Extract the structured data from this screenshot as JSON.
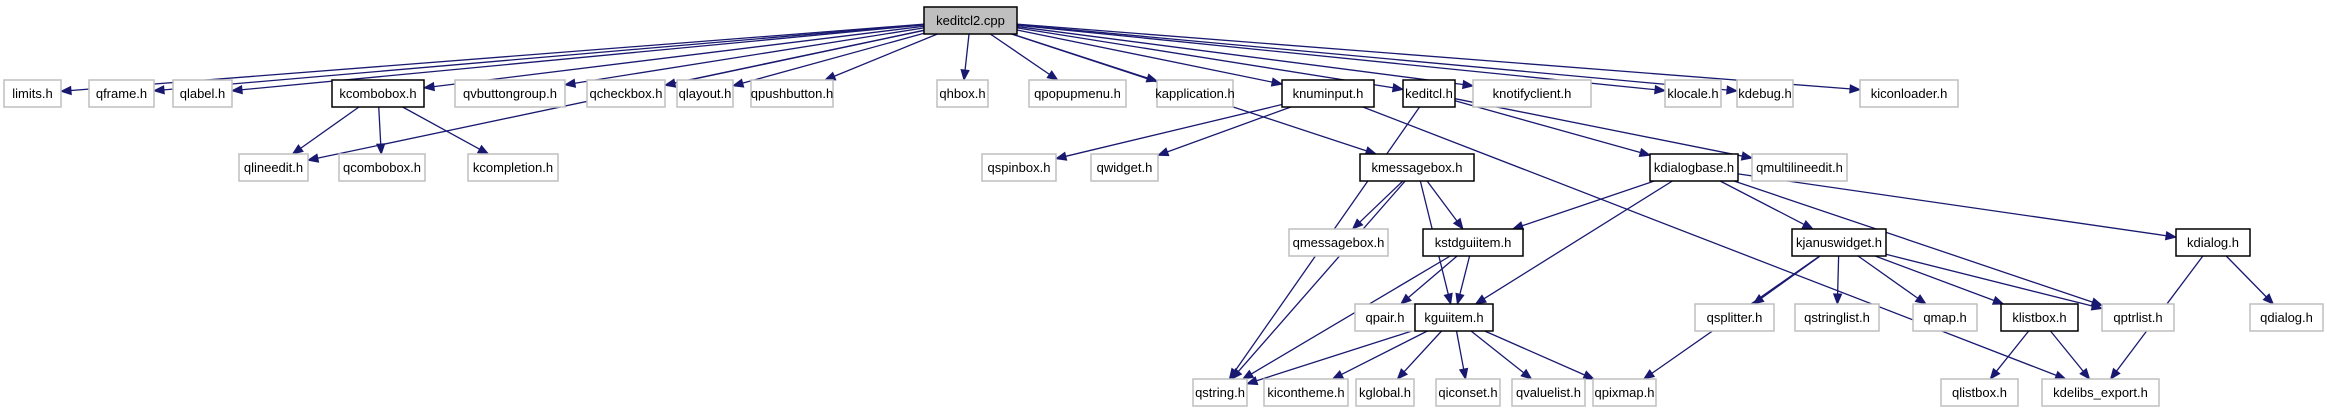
{
  "title": "keditcl2.cpp include dependency graph",
  "colors": {
    "edge": "#191970",
    "root_fill": "#bfbfbf",
    "internal_border": "#000000",
    "external_border": "#bfbfbf"
  },
  "nodes": [
    {
      "id": "keditcl2_cpp",
      "label": "keditcl2.cpp",
      "kind": "root"
    },
    {
      "id": "limits_h",
      "label": "limits.h",
      "kind": "ext"
    },
    {
      "id": "qframe_h",
      "label": "qframe.h",
      "kind": "ext"
    },
    {
      "id": "qlabel_h",
      "label": "qlabel.h",
      "kind": "ext"
    },
    {
      "id": "kcombobox_h",
      "label": "kcombobox.h",
      "kind": "int"
    },
    {
      "id": "qvbuttongroup_h",
      "label": "qvbuttongroup.h",
      "kind": "ext"
    },
    {
      "id": "qcheckbox_h",
      "label": "qcheckbox.h",
      "kind": "ext"
    },
    {
      "id": "qlayout_h",
      "label": "qlayout.h",
      "kind": "ext"
    },
    {
      "id": "qpushbutton_h",
      "label": "qpushbutton.h",
      "kind": "ext"
    },
    {
      "id": "qhbox_h",
      "label": "qhbox.h",
      "kind": "ext"
    },
    {
      "id": "qpopupmenu_h",
      "label": "qpopupmenu.h",
      "kind": "ext"
    },
    {
      "id": "kapplication_h",
      "label": "kapplication.h",
      "kind": "ext"
    },
    {
      "id": "knuminput_h",
      "label": "knuminput.h",
      "kind": "int"
    },
    {
      "id": "keditcl_h",
      "label": "keditcl.h",
      "kind": "int"
    },
    {
      "id": "knotifyclient_h",
      "label": "knotifyclient.h",
      "kind": "ext"
    },
    {
      "id": "klocale_h",
      "label": "klocale.h",
      "kind": "ext"
    },
    {
      "id": "kdebug_h",
      "label": "kdebug.h",
      "kind": "ext"
    },
    {
      "id": "kiconloader_h",
      "label": "kiconloader.h",
      "kind": "ext"
    },
    {
      "id": "qlineedit_h",
      "label": "qlineedit.h",
      "kind": "ext"
    },
    {
      "id": "qcombobox_h",
      "label": "qcombobox.h",
      "kind": "ext"
    },
    {
      "id": "kcompletion_h",
      "label": "kcompletion.h",
      "kind": "ext"
    },
    {
      "id": "qspinbox_h",
      "label": "qspinbox.h",
      "kind": "ext"
    },
    {
      "id": "qwidget_h",
      "label": "qwidget.h",
      "kind": "ext"
    },
    {
      "id": "kmessagebox_h",
      "label": "kmessagebox.h",
      "kind": "int"
    },
    {
      "id": "kdialogbase_h",
      "label": "kdialogbase.h",
      "kind": "int"
    },
    {
      "id": "qmultilineedit_h",
      "label": "qmultilineedit.h",
      "kind": "ext"
    },
    {
      "id": "qmessagebox_h",
      "label": "qmessagebox.h",
      "kind": "ext"
    },
    {
      "id": "kstdguiitem_h",
      "label": "kstdguiitem.h",
      "kind": "int"
    },
    {
      "id": "kjanuswidget_h",
      "label": "kjanuswidget.h",
      "kind": "int"
    },
    {
      "id": "kdialog_h",
      "label": "kdialog.h",
      "kind": "int"
    },
    {
      "id": "qpair_h",
      "label": "qpair.h",
      "kind": "ext"
    },
    {
      "id": "kguiitem_h",
      "label": "kguiitem.h",
      "kind": "int"
    },
    {
      "id": "qsplitter_h",
      "label": "qsplitter.h",
      "kind": "ext"
    },
    {
      "id": "qstringlist_h",
      "label": "qstringlist.h",
      "kind": "ext"
    },
    {
      "id": "qmap_h",
      "label": "qmap.h",
      "kind": "ext"
    },
    {
      "id": "klistbox_h",
      "label": "klistbox.h",
      "kind": "int"
    },
    {
      "id": "qptrlist_h",
      "label": "qptrlist.h",
      "kind": "ext"
    },
    {
      "id": "qdialog_h",
      "label": "qdialog.h",
      "kind": "ext"
    },
    {
      "id": "qstring_h",
      "label": "qstring.h",
      "kind": "ext"
    },
    {
      "id": "kicontheme_h",
      "label": "kicontheme.h",
      "kind": "ext"
    },
    {
      "id": "kglobal_h",
      "label": "kglobal.h",
      "kind": "ext"
    },
    {
      "id": "qiconset_h",
      "label": "qiconset.h",
      "kind": "ext"
    },
    {
      "id": "qvaluelist_h",
      "label": "qvaluelist.h",
      "kind": "ext"
    },
    {
      "id": "qpixmap_h",
      "label": "qpixmap.h",
      "kind": "ext"
    },
    {
      "id": "qlistbox_h",
      "label": "qlistbox.h",
      "kind": "ext"
    },
    {
      "id": "kdelibs_export_h",
      "label": "kdelibs_export.h",
      "kind": "ext"
    }
  ],
  "edges": [
    [
      "keditcl2_cpp",
      "limits_h"
    ],
    [
      "keditcl2_cpp",
      "qframe_h"
    ],
    [
      "keditcl2_cpp",
      "qlabel_h"
    ],
    [
      "keditcl2_cpp",
      "qlineedit_h"
    ],
    [
      "keditcl2_cpp",
      "kcombobox_h"
    ],
    [
      "keditcl2_cpp",
      "qvbuttongroup_h"
    ],
    [
      "keditcl2_cpp",
      "qcheckbox_h"
    ],
    [
      "keditcl2_cpp",
      "qlayout_h"
    ],
    [
      "keditcl2_cpp",
      "qpushbutton_h"
    ],
    [
      "keditcl2_cpp",
      "qhbox_h"
    ],
    [
      "keditcl2_cpp",
      "qpopupmenu_h"
    ],
    [
      "keditcl2_cpp",
      "kapplication_h"
    ],
    [
      "keditcl2_cpp",
      "knuminput_h"
    ],
    [
      "keditcl2_cpp",
      "kmessagebox_h"
    ],
    [
      "keditcl2_cpp",
      "keditcl_h"
    ],
    [
      "keditcl2_cpp",
      "knotifyclient_h"
    ],
    [
      "keditcl2_cpp",
      "klocale_h"
    ],
    [
      "keditcl2_cpp",
      "kdebug_h"
    ],
    [
      "keditcl2_cpp",
      "kiconloader_h"
    ],
    [
      "kcombobox_h",
      "qlineedit_h"
    ],
    [
      "kcombobox_h",
      "qcombobox_h"
    ],
    [
      "kcombobox_h",
      "kcompletion_h"
    ],
    [
      "knuminput_h",
      "qspinbox_h"
    ],
    [
      "knuminput_h",
      "qwidget_h"
    ],
    [
      "knuminput_h",
      "kdelibs_export_h"
    ],
    [
      "keditcl_h",
      "qstring_h"
    ],
    [
      "keditcl_h",
      "kdialogbase_h"
    ],
    [
      "keditcl_h",
      "qmultilineedit_h"
    ],
    [
      "kmessagebox_h",
      "qstring_h"
    ],
    [
      "kmessagebox_h",
      "qmessagebox_h"
    ],
    [
      "kmessagebox_h",
      "kstdguiitem_h"
    ],
    [
      "kmessagebox_h",
      "kguiitem_h"
    ],
    [
      "kdialogbase_h",
      "kstdguiitem_h"
    ],
    [
      "kdialogbase_h",
      "kguiitem_h"
    ],
    [
      "kdialogbase_h",
      "kjanuswidget_h"
    ],
    [
      "kdialogbase_h",
      "qptrlist_h"
    ],
    [
      "kdialogbase_h",
      "kdialog_h"
    ],
    [
      "kstdguiitem_h",
      "qstring_h"
    ],
    [
      "kstdguiitem_h",
      "qpair_h"
    ],
    [
      "kstdguiitem_h",
      "kguiitem_h"
    ],
    [
      "kjanuswidget_h",
      "qpixmap_h"
    ],
    [
      "kjanuswidget_h",
      "qsplitter_h"
    ],
    [
      "kjanuswidget_h",
      "qstringlist_h"
    ],
    [
      "kjanuswidget_h",
      "qmap_h"
    ],
    [
      "kjanuswidget_h",
      "klistbox_h"
    ],
    [
      "kjanuswidget_h",
      "qptrlist_h"
    ],
    [
      "kdialog_h",
      "kdelibs_export_h"
    ],
    [
      "kdialog_h",
      "qdialog_h"
    ],
    [
      "kguiitem_h",
      "qstring_h"
    ],
    [
      "kguiitem_h",
      "kicontheme_h"
    ],
    [
      "kguiitem_h",
      "kglobal_h"
    ],
    [
      "kguiitem_h",
      "qiconset_h"
    ],
    [
      "kguiitem_h",
      "qvaluelist_h"
    ],
    [
      "kguiitem_h",
      "qpixmap_h"
    ],
    [
      "klistbox_h",
      "qlistbox_h"
    ],
    [
      "klistbox_h",
      "kdelibs_export_h"
    ]
  ]
}
